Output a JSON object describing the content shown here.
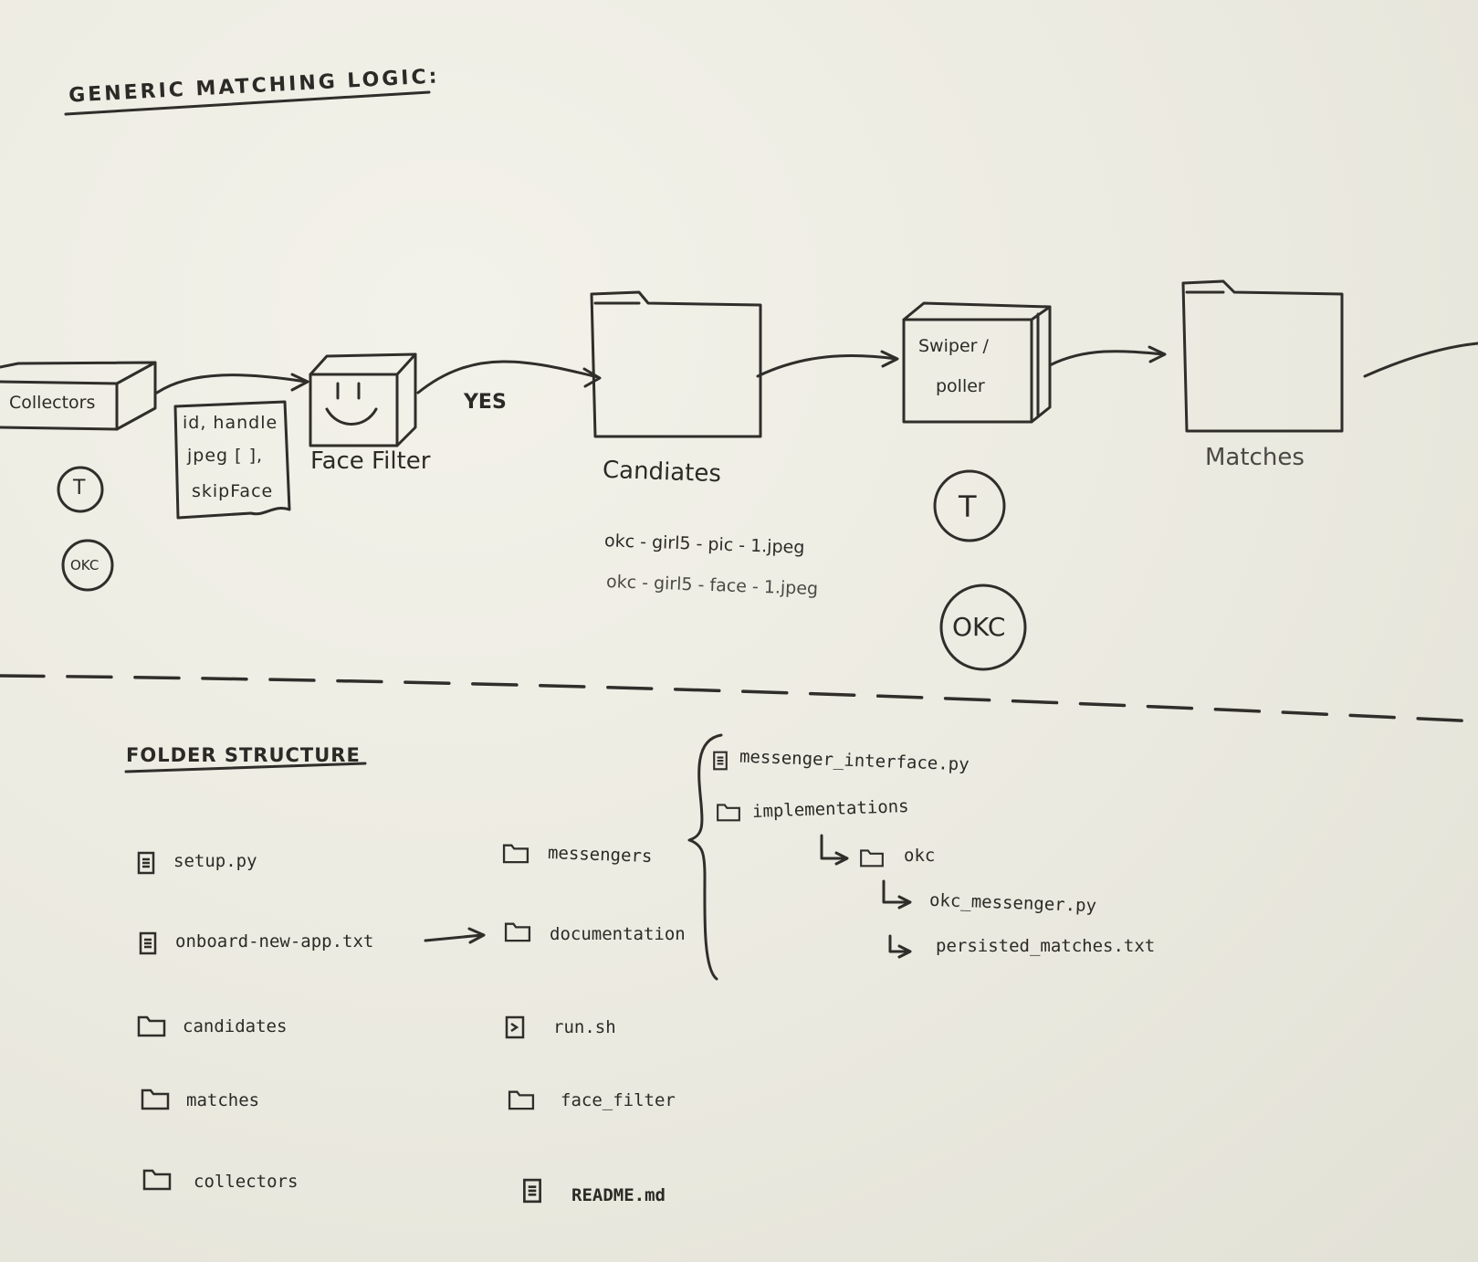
{
  "diagram": {
    "title": "GENERIC MATCHING LOGIC:",
    "collectors_box": "Collectors",
    "payload_note": [
      "id, handle",
      "jpeg [ ],",
      "skipFace"
    ],
    "face_filter": "Face Filter",
    "yes_label": "YES",
    "candidates_folder": "Candiates",
    "candidate_files": [
      "okc - girl5 - pic - 1.jpeg",
      "okc - girl5 - face - 1.jpeg"
    ],
    "swiper_box": [
      "Swiper /",
      "poller"
    ],
    "matches_folder": "Matches",
    "collector_badges": [
      "T",
      "OKC"
    ],
    "swiper_badges": [
      "T",
      "OKC"
    ]
  },
  "folder_structure": {
    "title": "FOLDER STRUCTURE",
    "column1": [
      {
        "icon": "file-icon",
        "name": "setup.py"
      },
      {
        "icon": "file-icon",
        "name": "onboard-new-app.txt"
      },
      {
        "icon": "folder-icon",
        "name": "candidates"
      },
      {
        "icon": "folder-icon",
        "name": "matches"
      },
      {
        "icon": "folder-icon",
        "name": "collectors"
      }
    ],
    "column2": [
      {
        "icon": "folder-icon",
        "name": "messengers"
      },
      {
        "icon": "folder-icon",
        "name": "documentation"
      },
      {
        "icon": "terminal-icon",
        "name": "run.sh"
      },
      {
        "icon": "folder-icon",
        "name": "face_filter"
      },
      {
        "icon": "file-icon",
        "name": "README.md"
      }
    ],
    "messengers_tree": {
      "interface_file": "messenger_interface.py",
      "implementations_folder": "implementations",
      "okc_folder": "okc",
      "okc_messenger_file": "okc_messenger.py",
      "persisted_file": "persisted_matches.txt"
    }
  }
}
